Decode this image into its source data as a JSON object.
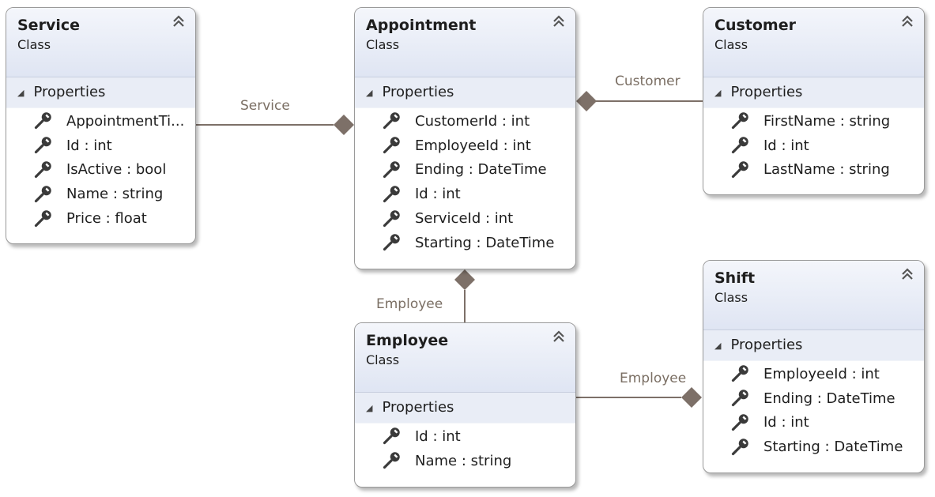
{
  "section_label": "Properties",
  "connector_color": "#7d7068",
  "classes": {
    "service": {
      "name": "Service",
      "stereotype": "Class",
      "properties": [
        "AppointmentTi...",
        "Id : int",
        "IsActive : bool",
        "Name : string",
        "Price : float"
      ]
    },
    "appointment": {
      "name": "Appointment",
      "stereotype": "Class",
      "properties": [
        "CustomerId : int",
        "EmployeeId : int",
        "Ending : DateTime",
        "Id : int",
        "ServiceId : int",
        "Starting : DateTime"
      ]
    },
    "customer": {
      "name": "Customer",
      "stereotype": "Class",
      "properties": [
        "FirstName : string",
        "Id : int",
        "LastName : string"
      ]
    },
    "shift": {
      "name": "Shift",
      "stereotype": "Class",
      "properties": [
        "EmployeeId : int",
        "Ending : DateTime",
        "Id : int",
        "Starting : DateTime"
      ]
    },
    "employee": {
      "name": "Employee",
      "stereotype": "Class",
      "properties": [
        "Id : int",
        "Name : string"
      ]
    }
  },
  "associations": {
    "service": "Service",
    "customer": "Customer",
    "appointment_employee": "Employee",
    "shift_employee": "Employee"
  },
  "icons": {
    "property": "wrench-icon",
    "collapse": "double-chevron-up-icon",
    "expand": "triangle-icon"
  }
}
